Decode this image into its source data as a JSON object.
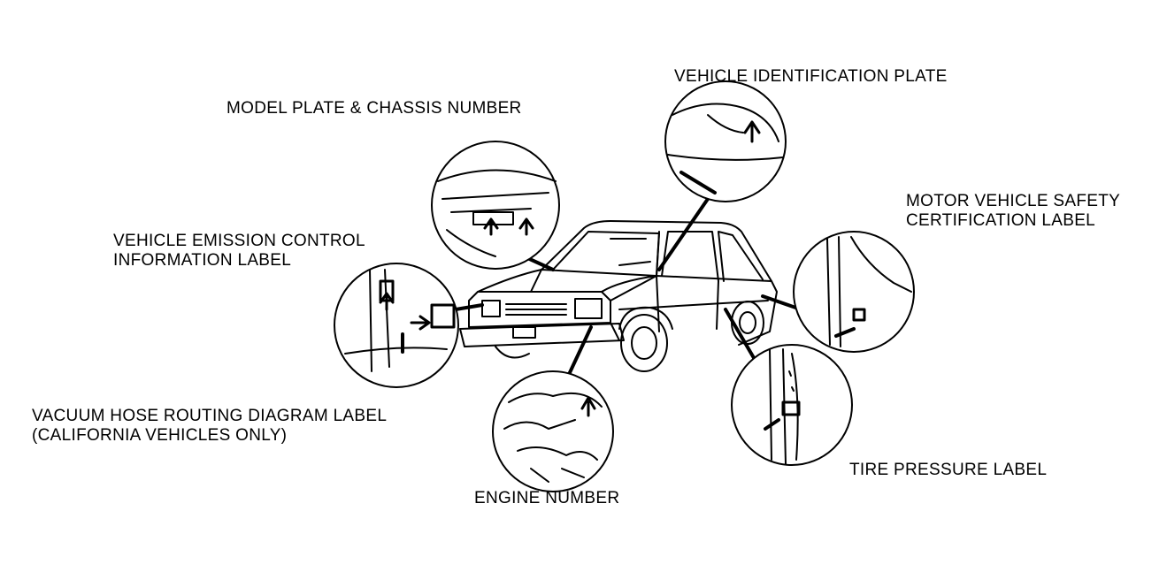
{
  "labels": {
    "model_plate": "MODEL PLATE & CHASSIS NUMBER",
    "vehicle_id_plate": "VEHICLE IDENTIFICATION PLATE",
    "safety_cert": [
      "MOTOR VEHICLE SAFETY",
      "CERTIFICATION LABEL"
    ],
    "emission_control": [
      "VEHICLE EMISSION CONTROL",
      "INFORMATION LABEL"
    ],
    "vacuum_hose": [
      "VACUUM HOSE ROUTING DIAGRAM LABEL",
      "(CALIFORNIA VEHICLES ONLY)"
    ],
    "engine_number": "ENGINE NUMBER",
    "tire_pressure": "TIRE PRESSURE LABEL"
  },
  "colors": {
    "ink": "#000000",
    "paper": "#ffffff"
  }
}
